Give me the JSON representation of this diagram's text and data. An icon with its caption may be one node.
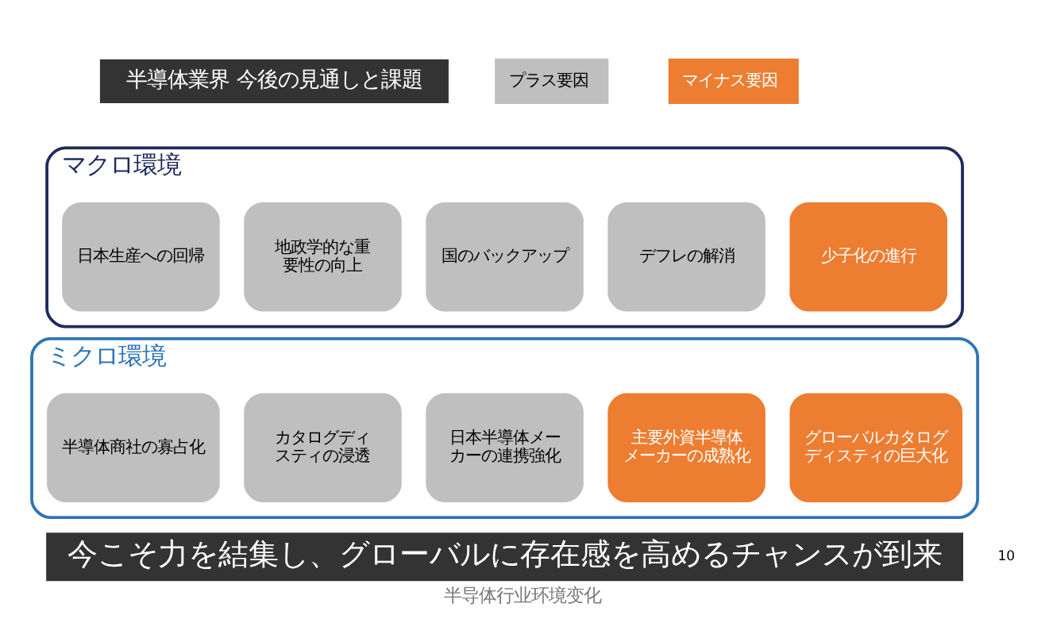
{
  "diagram": {
    "title": "半導体業界 今後の見通しと課題",
    "caption": "半导体行业环境变化",
    "nodes": [
      {
        "text": [
          "マクロ環境"
        ]
      },
      {
        "text": [
          "日本生産への回帰"
        ],
        "in": 0
      },
      {
        "text": [
          "地政学的な重要性の向上"
        ],
        "in": 0
      },
      {
        "text": [
          "国のバックアップ"
        ],
        "in": 0
      },
      {
        "text": [
          "デフレの解消"
        ],
        "in": 0
      },
      {
        "text": [
          "少子化の進行"
        ],
        "in": 0
      },
      {
        "text": [
          "ミクロ環境"
        ]
      },
      {
        "text": [
          "半導体商社の寡占化"
        ],
        "in": 6
      },
      {
        "text": [
          "カタログディスティの浸透"
        ],
        "in": 6
      },
      {
        "text": [
          "日本半導体メーカーの連携強化"
        ],
        "in": 6
      },
      {
        "text": [
          "主要外資半導体メーカーの成熟化"
        ],
        "in": 6
      },
      {
        "text": [
          "グローバルカタログディスティの巨大化"
        ],
        "in": 6
      },
      {
        "text": [
          "今こそ力を結集し、グローバルに存在感を高めるチャンスが到来"
        ]
      }
    ],
    "labels": [
      "10"
    ],
    "legend": [
      {
        "text": "プラス要因",
        "color": "#bfbfbf"
      },
      {
        "text": "マイナス要因",
        "color": "#ed7d31"
      }
    ]
  }
}
